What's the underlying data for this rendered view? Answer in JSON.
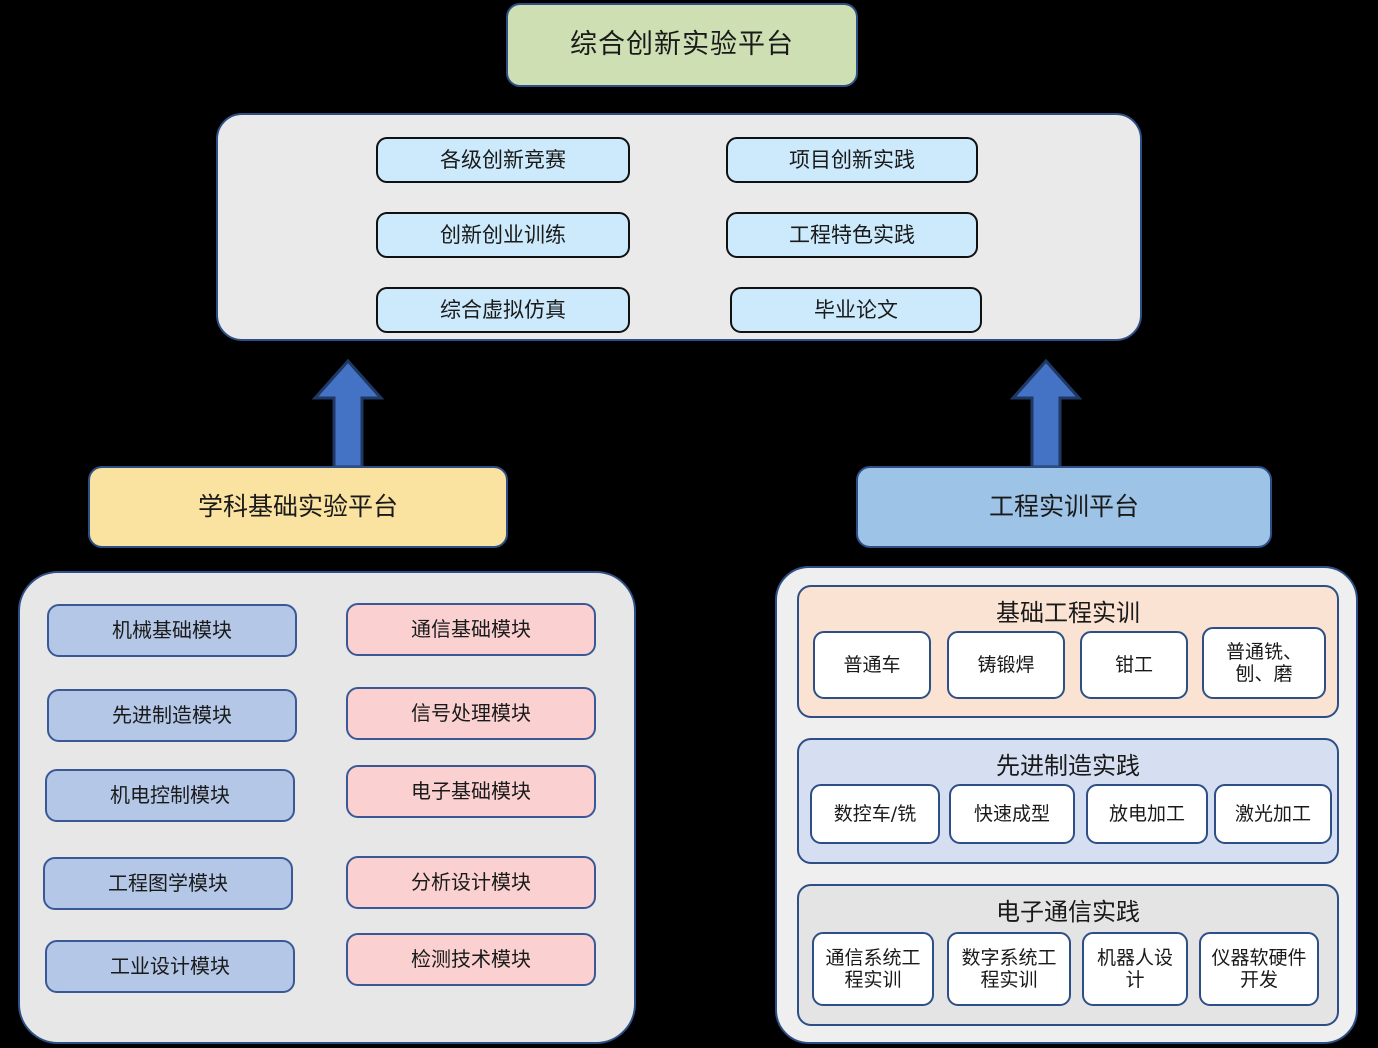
{
  "diagram": {
    "title": "综合创新实验平台",
    "top_platform": {
      "label": "综合创新实验平台",
      "fill": "#CDDFB3",
      "border": "#2E4F85"
    },
    "innovation_panel": {
      "fill": "#EAEAEA",
      "item_fill": "#CCEAFC",
      "columns": [
        {
          "items": [
            {
              "label": "各级创新竞赛"
            },
            {
              "label": "创新创业训练"
            },
            {
              "label": "综合虚拟仿真"
            }
          ]
        },
        {
          "items": [
            {
              "label": "项目创新实践"
            },
            {
              "label": "工程特色实践"
            },
            {
              "label": "毕业论文"
            }
          ]
        }
      ]
    },
    "arrows": [
      {
        "name": "arrow-basic-to-innovation",
        "direction": "up",
        "color": "#4472C4"
      },
      {
        "name": "arrow-training-to-innovation",
        "direction": "up",
        "color": "#4472C4"
      }
    ],
    "basic_platform": {
      "header": {
        "label": "学科基础实验平台",
        "fill": "#FAE2A0"
      },
      "panel_fill": "#E7E7E7",
      "left_column": [
        {
          "label": "机械基础模块",
          "fill": "#B4C7E7"
        },
        {
          "label": "先进制造模块",
          "fill": "#B4C7E7"
        },
        {
          "label": "机电控制模块",
          "fill": "#B4C7E7"
        },
        {
          "label": "工程图学模块",
          "fill": "#B4C7E7"
        },
        {
          "label": "工业设计模块",
          "fill": "#B4C7E7"
        }
      ],
      "right_column": [
        {
          "label": "通信基础模块",
          "fill": "#FAD0D0"
        },
        {
          "label": "信号处理模块",
          "fill": "#FAD0D0"
        },
        {
          "label": "电子基础模块",
          "fill": "#FAD0D0"
        },
        {
          "label": "分析设计模块",
          "fill": "#FAD0D0"
        },
        {
          "label": "检测技术模块",
          "fill": "#FAD0D0"
        }
      ]
    },
    "training_platform": {
      "header": {
        "label": "工程实训平台",
        "fill": "#9DC3E6"
      },
      "panel_fill": "#EFEFEF",
      "sections": [
        {
          "title": "基础工程实训",
          "fill": "#FAE3D3",
          "items": [
            {
              "label": "普通车"
            },
            {
              "label": "铸锻焊"
            },
            {
              "label": "钳工"
            },
            {
              "label": "普通铣、刨、磨"
            }
          ]
        },
        {
          "title": "先进制造实践",
          "fill": "#D6DFF2",
          "items": [
            {
              "label": "数控车/铣"
            },
            {
              "label": "快速成型"
            },
            {
              "label": "放电加工"
            },
            {
              "label": "激光加工"
            }
          ]
        },
        {
          "title": "电子通信实践",
          "fill": "#E4E4E4",
          "items": [
            {
              "label": "通信系统工程实训"
            },
            {
              "label": "数字系统工程实训"
            },
            {
              "label": "机器人设计"
            },
            {
              "label": "仪器软硬件开发"
            }
          ]
        }
      ]
    }
  }
}
